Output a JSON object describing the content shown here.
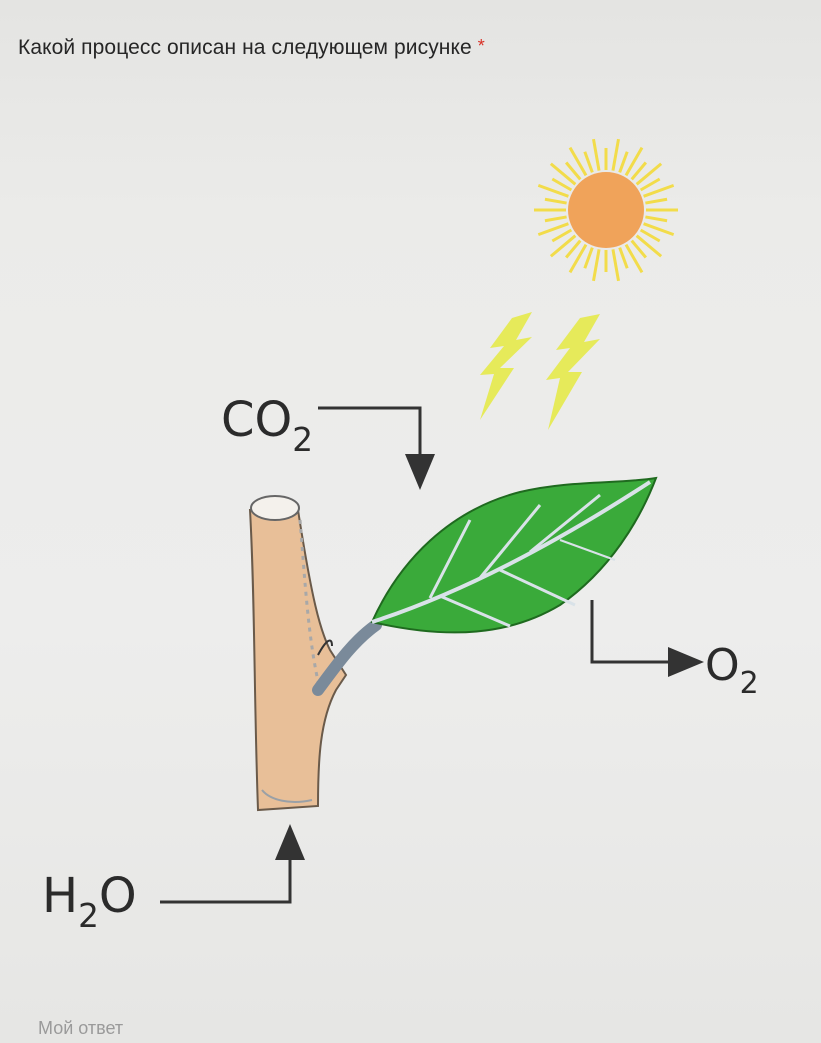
{
  "question": {
    "title": "Какой процесс описан на следующем рисунке",
    "required_mark": "*"
  },
  "figure": {
    "co2_label": "CO",
    "co2_subscript": "2",
    "o2_label": "O",
    "o2_subscript": "2",
    "h2o_label_h": "H",
    "h2o_subscript": "2",
    "h2o_label_o": "O",
    "colors": {
      "sun_core": "#f0a35a",
      "sun_rays": "#f2dc4a",
      "light_bolts": "#e6ea5a",
      "leaf": "#3aaa3a",
      "stem": "#e8bf98",
      "arrows": "#333333"
    }
  },
  "answer": {
    "placeholder": "Мой ответ"
  }
}
